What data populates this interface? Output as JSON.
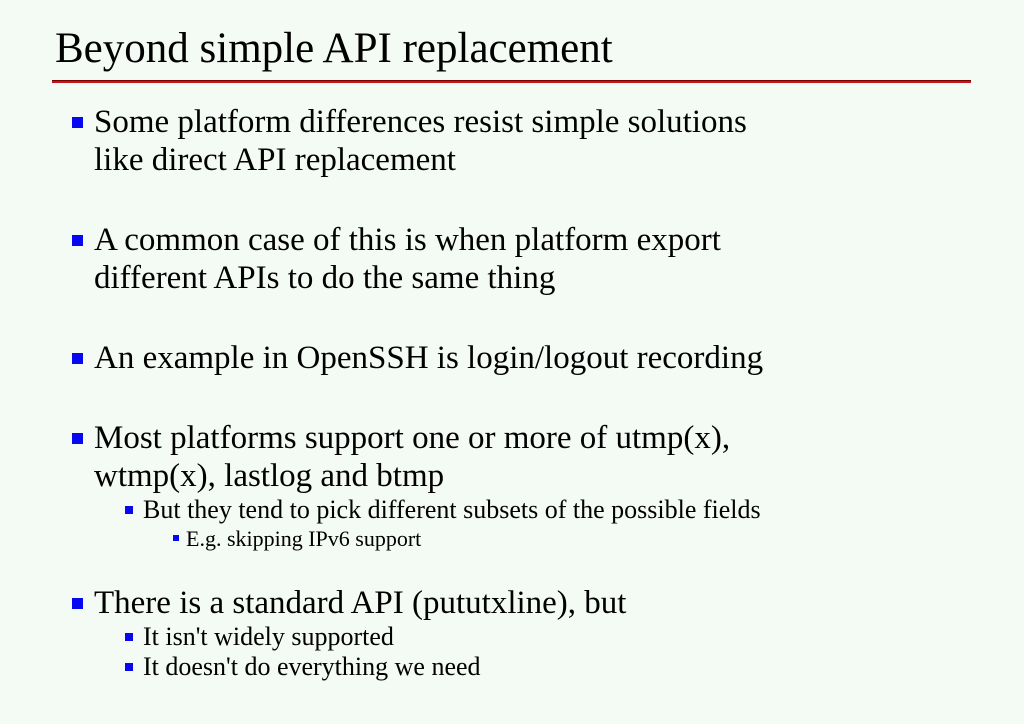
{
  "slide": {
    "title": "Beyond simple API replacement",
    "colors": {
      "background": "#f4faf4",
      "bullet_square": "#0808f0",
      "rule_dark": "#7a0000",
      "rule_red": "#c81414",
      "text": "#000000"
    },
    "bullets": [
      {
        "lines": [
          "Some platform differences resist simple solutions",
          "like direct API replacement"
        ],
        "children": []
      },
      {
        "lines": [
          "A common case of this is when platform export",
          "different APIs to do the same thing"
        ],
        "children": []
      },
      {
        "lines": [
          "An example in OpenSSH is login/logout recording"
        ],
        "children": []
      },
      {
        "lines": [
          "Most platforms support one or more of utmp(x),",
          "wtmp(x), lastlog and btmp"
        ],
        "children": [
          {
            "lines": [
              "But they tend to pick different subsets of the possible fields"
            ],
            "children": [
              {
                "lines": [
                  "E.g. skipping IPv6 support"
                ],
                "children": []
              }
            ]
          }
        ]
      },
      {
        "lines": [
          "There is a standard API (pututxline), but"
        ],
        "children": [
          {
            "lines": [
              "It isn't widely supported"
            ],
            "children": []
          },
          {
            "lines": [
              "It doesn't do everything we need"
            ],
            "children": []
          }
        ]
      }
    ]
  }
}
